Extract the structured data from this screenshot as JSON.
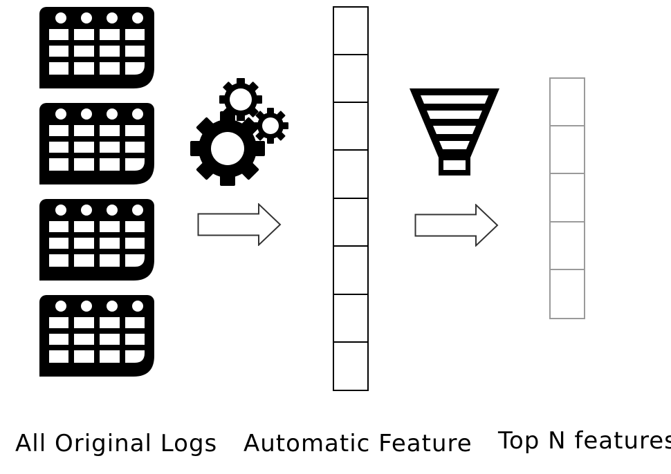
{
  "labels": {
    "logs": "All Original Logs",
    "features": "Automatic Feature",
    "top": "Top N features"
  },
  "icons": {
    "table": "table-icon",
    "gears": "gears-icon",
    "funnel": "funnel-icon",
    "arrow": "arrow-right-icon"
  },
  "colors": {
    "ink": "#000000",
    "vector_border": "#000000",
    "top_vector_border": "#9a9a9a",
    "arrow_outline": "#333333"
  }
}
